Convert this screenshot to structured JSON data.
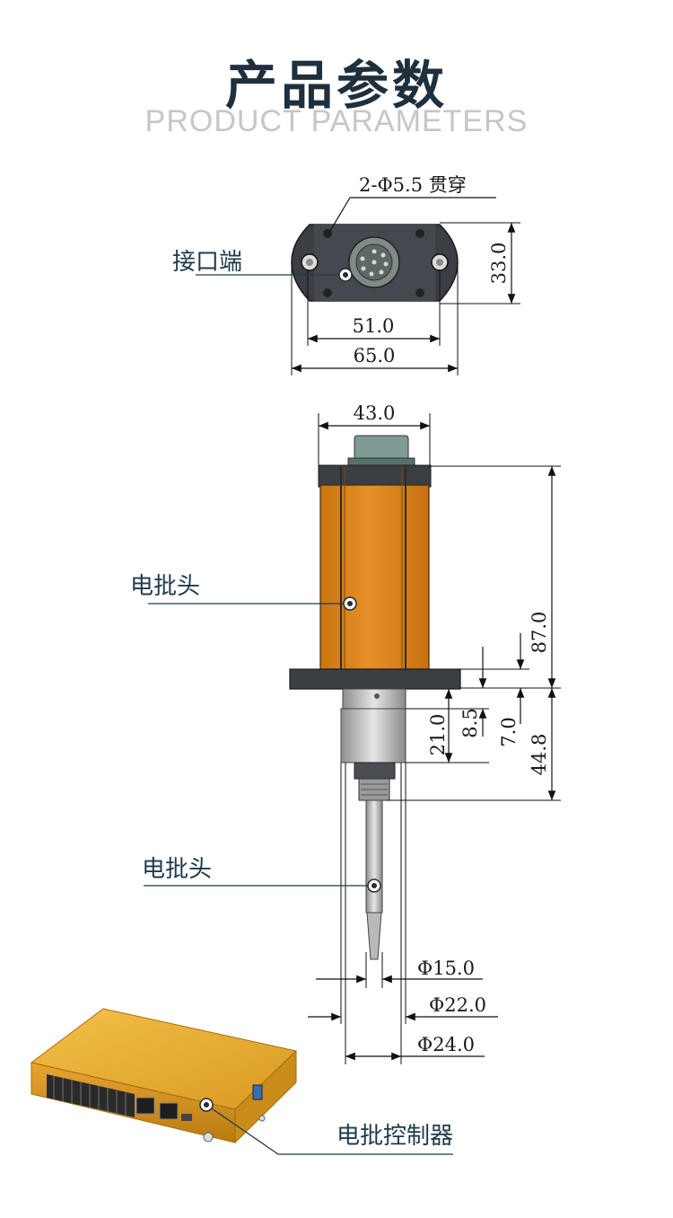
{
  "header": {
    "title": "产品参数",
    "subtitle": "PRODUCT PARAMETERS"
  },
  "top_view": {
    "label": "接口端",
    "hole_note": "2-Φ5.5 贯穿",
    "dims": {
      "inner_width": "51.0",
      "outer_width": "65.0",
      "height": "33.0"
    }
  },
  "side_view": {
    "body_label": "电批头",
    "bit_label": "电批头",
    "dims": {
      "body_width": "43.0",
      "body_length": "87.0",
      "lower_length": "44.8",
      "collar_length": "21.0",
      "nut_length": "8.5",
      "flange_thickness": "7.0",
      "bit_diameter": "Φ15.0",
      "collar_diameter": "Φ22.0",
      "outer_diameter": "Φ24.0"
    }
  },
  "controller": {
    "label": "电批控制器"
  },
  "colors": {
    "orange_body": "#e08a1e",
    "gold_controller": "#e8a82a",
    "dark_flange": "#3c3f44",
    "title": "#1f2f3c"
  }
}
